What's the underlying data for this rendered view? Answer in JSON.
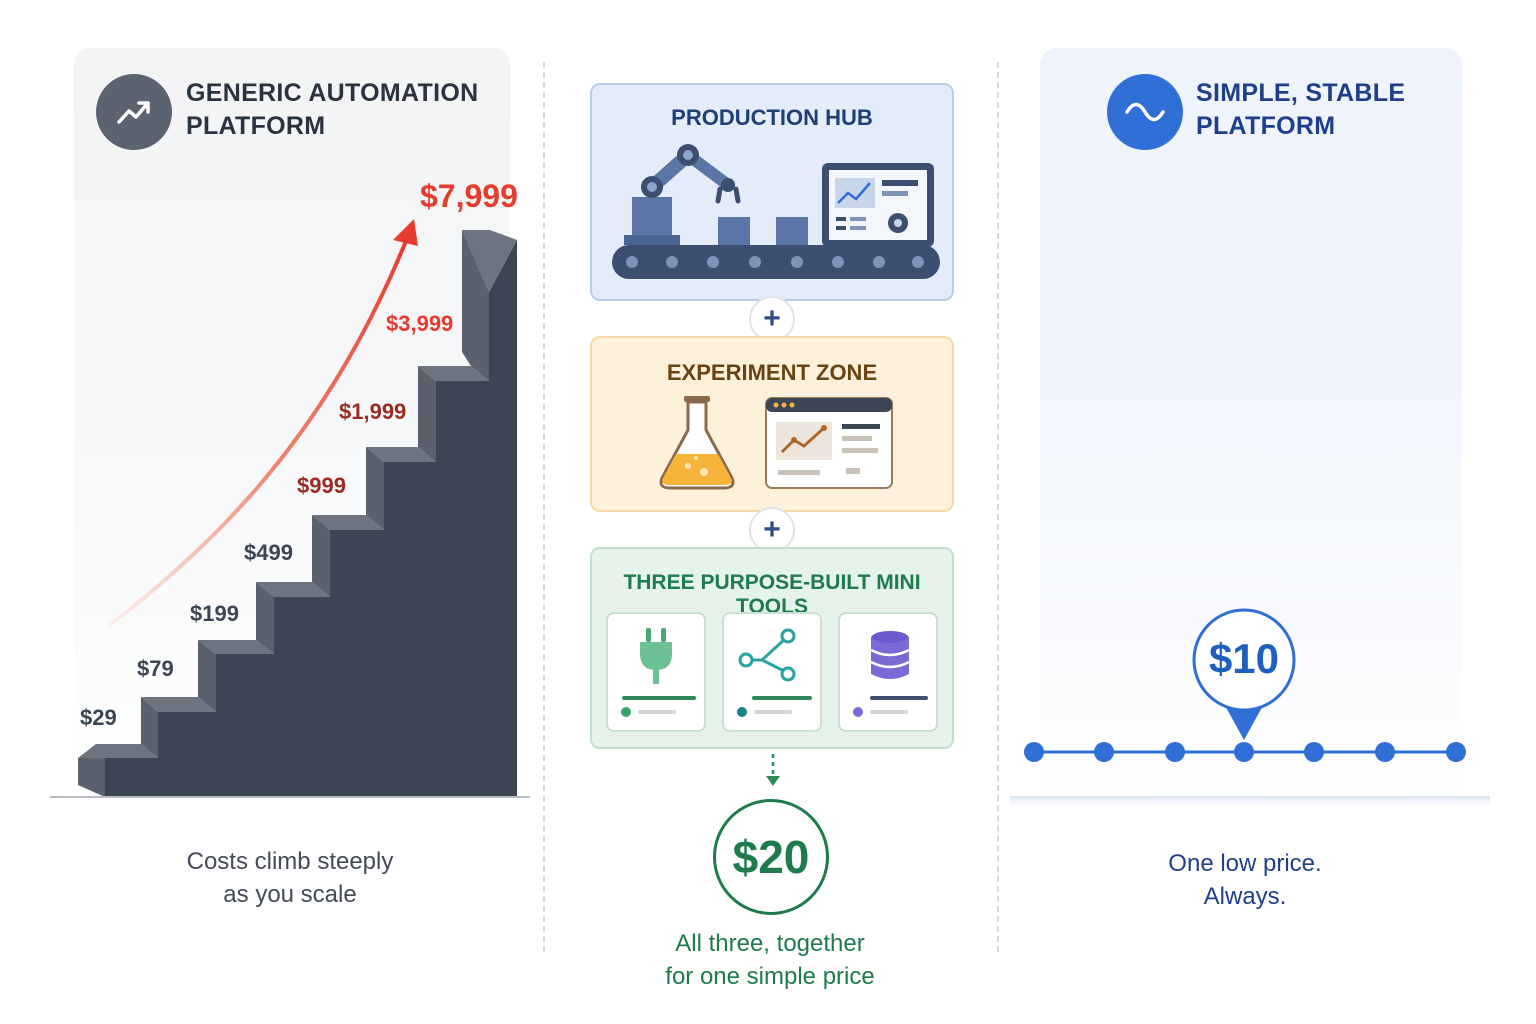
{
  "left": {
    "title_line1": "GENERIC AUTOMATION",
    "title_line2": "PLATFORM",
    "icon": "trend-up-icon",
    "prices": [
      "$29",
      "$79",
      "$199",
      "$499",
      "$999",
      "$1,999",
      "$3,999",
      "$7,999"
    ],
    "caption_line1": "Costs climb steeply",
    "caption_line2": "as you scale"
  },
  "middle": {
    "production_hub": "PRODUCTION HUB",
    "experiment_zone": "EXPERIMENT ZONE",
    "mini_tools": "THREE PURPOSE-BUILT MINI TOOLS",
    "plus": "+",
    "price": "$20",
    "caption_line1": "All three, together",
    "caption_line2": "for one simple price",
    "mini_tool_icons": [
      "plug-icon",
      "nodes-icon",
      "database-icon"
    ]
  },
  "right": {
    "title_line1": "SIMPLE, STABLE",
    "title_line2": "PLATFORM",
    "icon": "wave-icon",
    "price": "$10",
    "caption_line1": "One low price.",
    "caption_line2": "Always."
  },
  "colors": {
    "stairs": "#3b4553",
    "price_red": "#e53c2e",
    "price_dark_red": "#9a2b1e",
    "navy": "#1f3f75",
    "green": "#1f7a4c",
    "blue": "#2f6fd6"
  }
}
